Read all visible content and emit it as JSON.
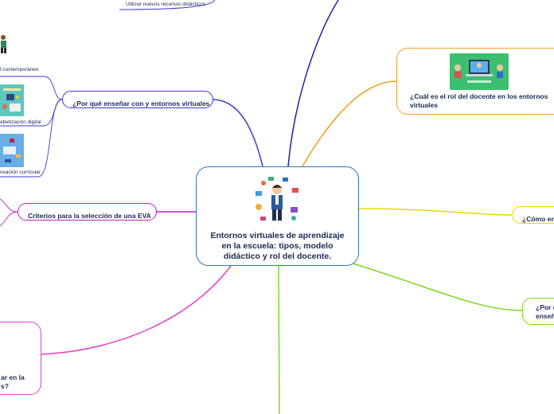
{
  "central": {
    "title_lines": [
      "Entornos virtuales de aprendizaje",
      "en la escuela: tipos, modelo",
      "didáctico y rol del docente."
    ]
  },
  "topics": {
    "why_teach": "¿Por qué enseñar con y entornos virtuales",
    "criteria": "Criterios para la selección de una EVA",
    "teacher_role_lines": [
      "¿Cuál es el rol del docente en los entornos",
      "virtuales"
    ],
    "how": "¿Cómo ens",
    "why_green_lines": [
      "¿Por c",
      "enseñ"
    ],
    "pink_lines": [
      "ar en la",
      "s?"
    ]
  },
  "subtopics": {
    "top_note": "Utilizar nuevos recursos didácticos",
    "contemporary": "l contemporáneo",
    "digital_literacy": "abetización digital",
    "curricular_innovation": "ovación curricular"
  },
  "colors": {
    "central_border": "#2f78b7",
    "blue_branch": "#3a3ac8",
    "navy_branch": "#2020a0",
    "orange_branch": "#f0a020",
    "yellow_branch": "#e8d800",
    "green_branch": "#80d820",
    "magenta_branch": "#c020c0",
    "pink_branch": "#e040c8",
    "text": "#1a2a55"
  },
  "icons": [
    "teacher-illustration-icon",
    "online-class-icon",
    "person-icon",
    "digital-literacy-icon",
    "curricular-innovation-icon"
  ]
}
